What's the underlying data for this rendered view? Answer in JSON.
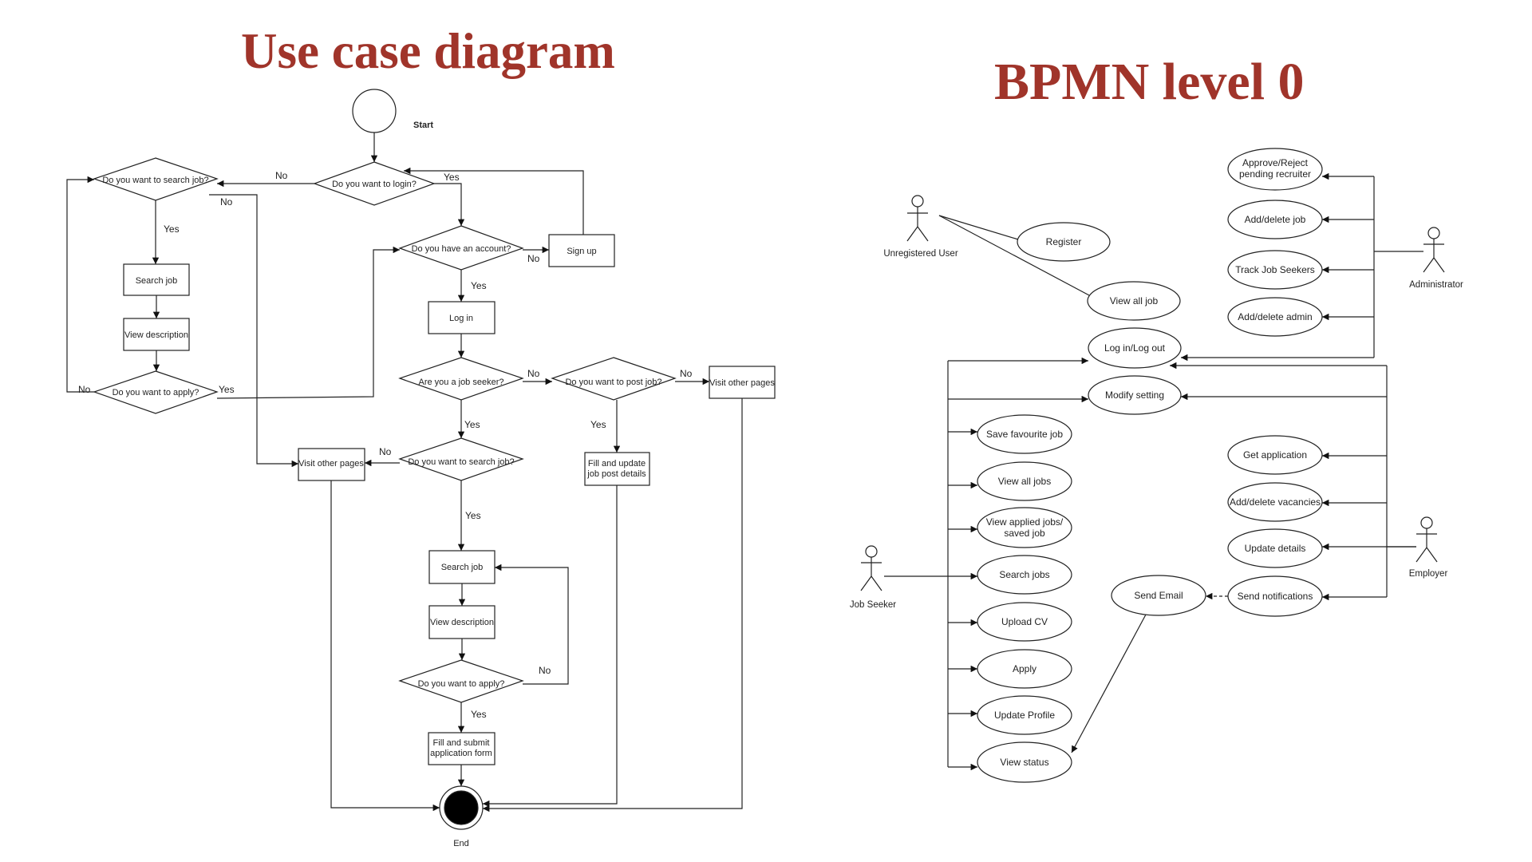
{
  "titles": {
    "left": "Use case diagram",
    "right": "BPMN level 0"
  },
  "flowchart": {
    "start": "Start",
    "end": "End",
    "login_q": "Do you want to login?",
    "search_q1": "Do you want to search job?",
    "search_job1": "Search job",
    "view_desc1": "View description",
    "apply_q1": "Do you want to apply?",
    "account_q": "Do you have an account?",
    "signup": "Sign up",
    "login": "Log in",
    "seeker_q": "Are you a job seeker?",
    "post_q": "Do you want to post job?",
    "visit_pages1": "Visit other pages",
    "visit_pages2": "Visit other pages",
    "fill_post_l1": "Fill and update",
    "fill_post_l2": "job post details",
    "search_q2": "Do you want to search job?",
    "search_job2": "Search job",
    "view_desc2": "View description",
    "apply_q2": "Do you want to apply?",
    "fill_app_l1": "Fill and submit",
    "fill_app_l2": "application form",
    "yes": "Yes",
    "no": "No"
  },
  "usecase": {
    "actors": {
      "unregistered": "Unregistered User",
      "administrator": "Administrator",
      "job_seeker": "Job Seeker",
      "employer": "Employer"
    },
    "cases": {
      "register": "Register",
      "view_all_job": "View all job",
      "login_logout": "Log in/Log out",
      "modify_setting": "Modify setting",
      "approve_l1": "Approve/Reject",
      "approve_l2": "pending recruiter",
      "add_delete_job": "Add/delete job",
      "track_seekers": "Track Job Seekers",
      "add_delete_admin": "Add/delete admin",
      "save_fav": "Save favourite job",
      "view_all_jobs": "View all jobs",
      "view_applied_l1": "View applied jobs/",
      "view_applied_l2": "saved job",
      "search_jobs": "Search jobs",
      "upload_cv": "Upload CV",
      "apply": "Apply",
      "update_profile": "Update Profile",
      "view_status": "View status",
      "get_application": "Get application",
      "add_delete_vac": "Add/delete vacancies",
      "update_details": "Update details",
      "send_notifications": "Send notifications",
      "send_email": "Send Email"
    }
  }
}
